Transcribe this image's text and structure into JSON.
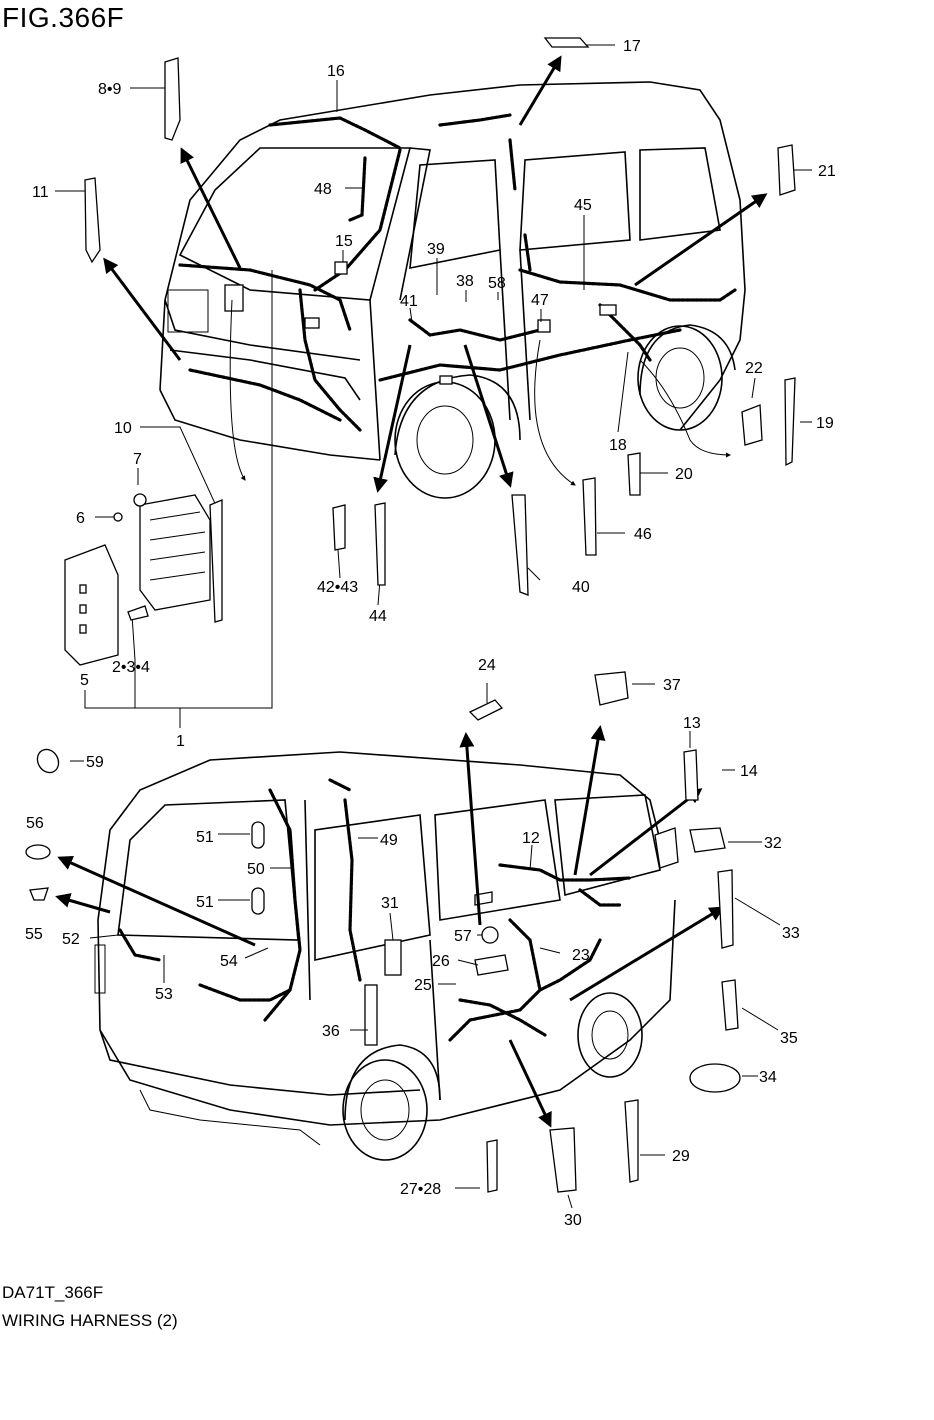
{
  "title": "FIG.366F",
  "footer": {
    "code": "DA71T_366F",
    "name": "WIRING HARNESS (2)"
  },
  "callouts": {
    "c1": "1",
    "c234": "2•3•4",
    "c5": "5",
    "c6": "6",
    "c7": "7",
    "c89": "8•9",
    "c10": "10",
    "c11": "11",
    "c12": "12",
    "c13": "13",
    "c14": "14",
    "c15": "15",
    "c16": "16",
    "c17": "17",
    "c18": "18",
    "c19": "19",
    "c20": "20",
    "c21": "21",
    "c22": "22",
    "c23": "23",
    "c24": "24",
    "c25": "25",
    "c26": "26",
    "c2728": "27•28",
    "c29": "29",
    "c30": "30",
    "c31": "31",
    "c32": "32",
    "c33": "33",
    "c34": "34",
    "c35": "35",
    "c36": "36",
    "c37": "37",
    "c38": "38",
    "c39": "39",
    "c40": "40",
    "c41": "41",
    "c4243": "42•43",
    "c44": "44",
    "c45": "45",
    "c46": "46",
    "c47": "47",
    "c48": "48",
    "c49": "49",
    "c50": "50",
    "c51a": "51",
    "c51b": "51",
    "c52": "52",
    "c53": "53",
    "c54": "54",
    "c55": "55",
    "c56": "56",
    "c57": "57",
    "c58": "58",
    "c59": "59"
  }
}
